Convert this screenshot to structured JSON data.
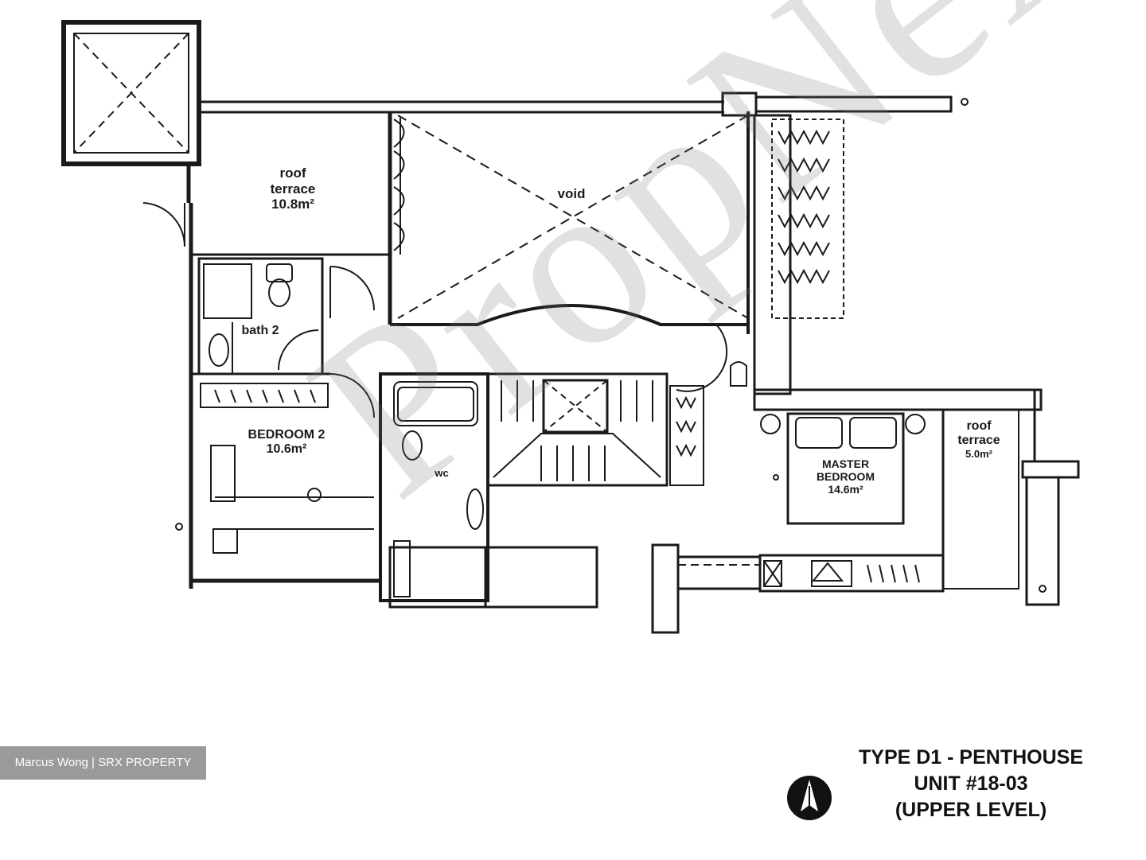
{
  "rooms": {
    "roof_terrace_1": {
      "name": "roof\nterrace",
      "area": "10.8m²"
    },
    "void": {
      "name": "void"
    },
    "bath_2": {
      "name": "bath 2"
    },
    "bedroom_2": {
      "name": "BEDROOM 2",
      "area": "10.6m²"
    },
    "master_bedroom": {
      "name": "MASTER\nBEDROOM",
      "area": "14.6m²"
    },
    "roof_terrace_2": {
      "name": "roof\nterrace",
      "area": "5.0m²"
    },
    "wc": {
      "name": "wc"
    }
  },
  "title": {
    "line1": "TYPE D1 - PENTHOUSE",
    "line2": "UNIT #18-03",
    "line3": "(UPPER LEVEL)"
  },
  "credit": "Marcus Wong | SRX PROPERTY",
  "watermark": "PropNex",
  "icons": {
    "north_arrow": "north-arrow-icon"
  },
  "colors": {
    "line": "#1a1a1a",
    "credit_bg": "#9a9a9a",
    "watermark": "#787878"
  }
}
